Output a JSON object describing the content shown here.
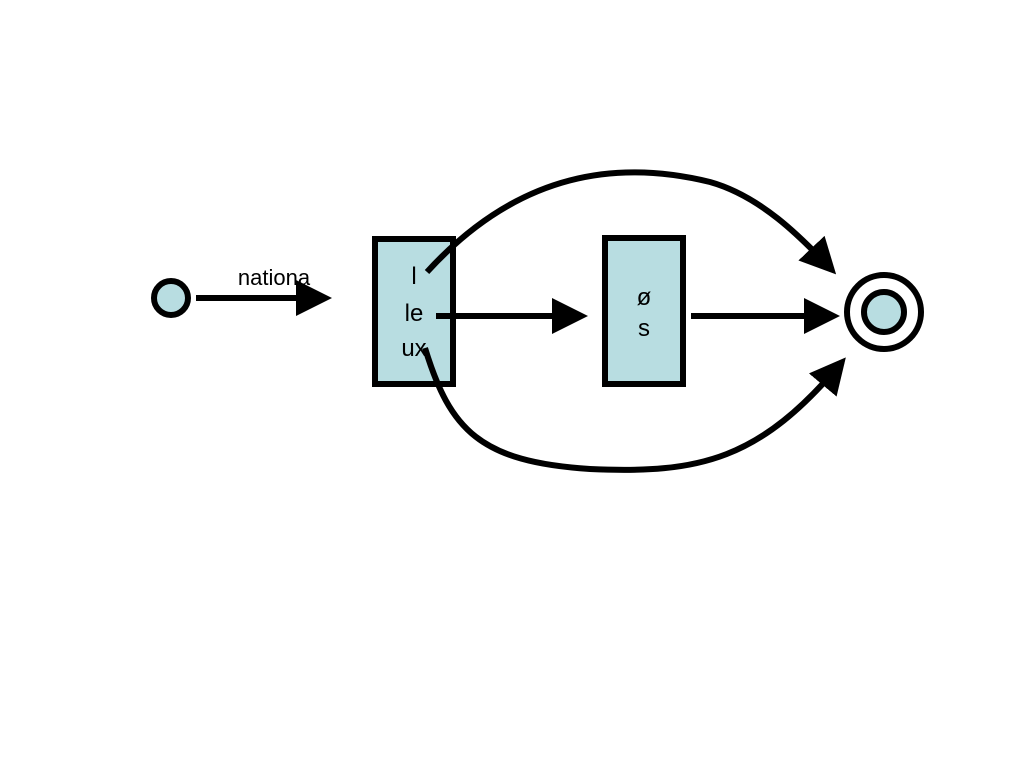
{
  "diagram": {
    "type": "finite-state-automaton",
    "colors": {
      "node_fill": "#b8dde1",
      "stroke": "#000000",
      "background": "#ffffff"
    },
    "start_edge_label": "nationa",
    "box1_lines": [
      "l",
      "le",
      "ux"
    ],
    "box2_lines": [
      "ø",
      "s"
    ],
    "states": [
      {
        "id": "start",
        "kind": "initial-state"
      },
      {
        "id": "stem-box",
        "kind": "box",
        "lines": [
          "l",
          "le",
          "ux"
        ]
      },
      {
        "id": "suffix-box",
        "kind": "box",
        "lines": [
          "ø",
          "s"
        ]
      },
      {
        "id": "final",
        "kind": "accepting-state"
      }
    ],
    "edges": [
      {
        "from": "start",
        "to": "stem-box",
        "label": "nationa"
      },
      {
        "from": "stem-box",
        "to": "suffix-box",
        "label": ""
      },
      {
        "from": "suffix-box",
        "to": "final",
        "label": ""
      },
      {
        "from": "stem-box",
        "to": "final",
        "label": "",
        "route": "upper-arc"
      },
      {
        "from": "stem-box",
        "to": "final",
        "label": "",
        "route": "lower-arc"
      }
    ]
  }
}
